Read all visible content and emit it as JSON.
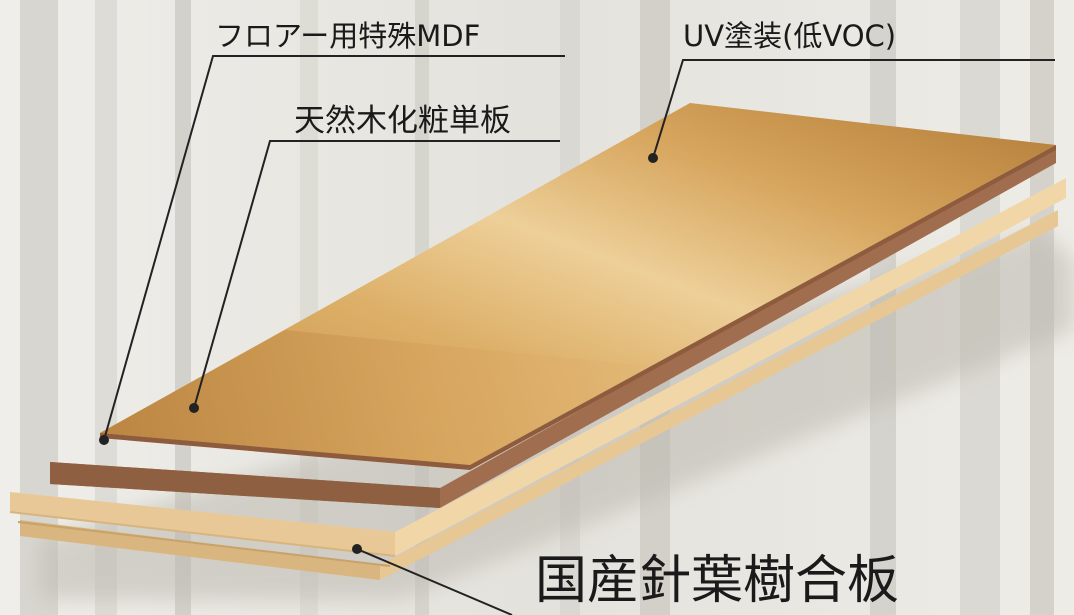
{
  "labels": {
    "mdf": "フロアー用特殊MDF",
    "uv": "UV塗装(低VOC)",
    "veneer": "天然木化粧単板",
    "plywood": "国産針葉樹合板"
  },
  "colors": {
    "background": "#e9e7e1",
    "tree_trunk": "#d4d2cc",
    "top_surface_light": "#e6c48a",
    "top_surface_dark": "#b8823e",
    "mdf_layer": "#9a6a4a",
    "plywood_layer": "#efd3a4",
    "leader_line": "#222222",
    "text": "#1a1a1a"
  }
}
